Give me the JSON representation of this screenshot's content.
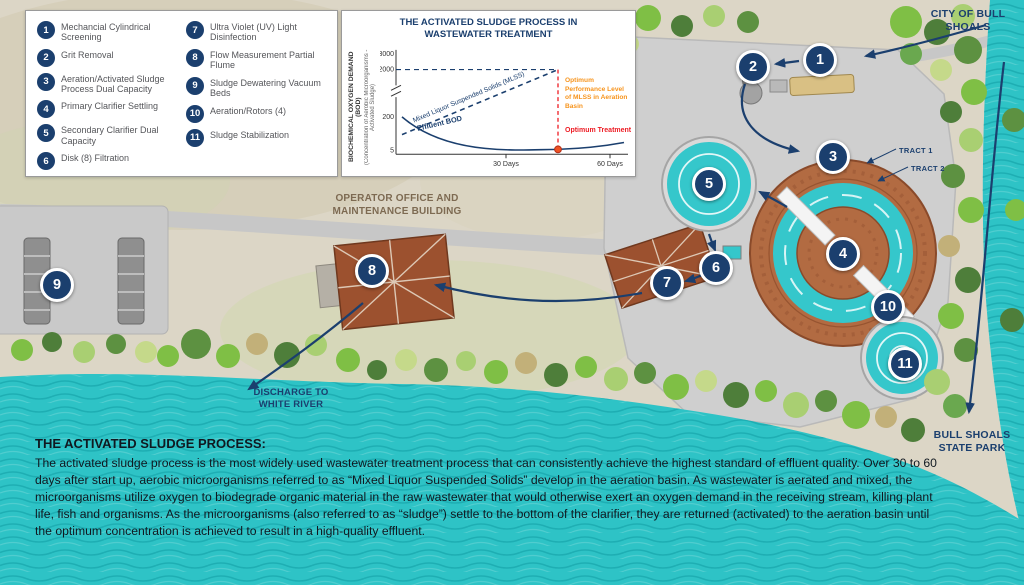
{
  "colors": {
    "navy": "#1b3f6e",
    "teal": "#2ec3c6",
    "land": "#dcd6c6",
    "brick": "#9c512f",
    "orange": "#f7941d",
    "red": "#ed1c24",
    "label-brown": "#7d6a52"
  },
  "legend": {
    "items": [
      {
        "num": "1",
        "label": "Mechancial Cylindrical Screening"
      },
      {
        "num": "2",
        "label": "Grit Removal"
      },
      {
        "num": "3",
        "label": "Aeration/Activated Sludge Process Dual Capacity"
      },
      {
        "num": "4",
        "label": "Primary Clarifier Settling"
      },
      {
        "num": "5",
        "label": "Secondary Clarifier Dual Capacity"
      },
      {
        "num": "6",
        "label": "Disk (8) Filtration"
      },
      {
        "num": "7",
        "label": "Ultra Violet (UV) Light Disinfection"
      },
      {
        "num": "8",
        "label": "Flow Measurement Partial Flume"
      },
      {
        "num": "9",
        "label": "Sludge Dewatering Vacuum Beds"
      },
      {
        "num": "10",
        "label": "Aeration/Rotors (4)"
      },
      {
        "num": "11",
        "label": "Sludge Stabilization"
      }
    ]
  },
  "chart_data": {
    "type": "line",
    "title": "THE ACTIVATED SLUDGE PROCESS IN WASTEWATER TREATMENT",
    "ylabel": "BIOCHEMICAL OXYGEN DEMAND (BOD)",
    "ylabel_sub": "(Concentration of Aerobic Microorganisms - Activated Sludge)",
    "yticks": [
      "3000",
      "2000",
      "200",
      "5"
    ],
    "xticks": [
      "30 Days",
      "60 Days"
    ],
    "x_axis_max_days": 60,
    "axis_break": true,
    "series": [
      {
        "name": "Mixed Liquor Suspended Solids (MLSS)",
        "style": "dashed",
        "color": "#1b3f6e",
        "x_days": [
          0,
          15,
          30,
          45
        ],
        "values": [
          200,
          800,
          1400,
          2000
        ]
      },
      {
        "name": "Effluent BOD",
        "style": "solid",
        "color": "#1b3f6e",
        "x_days": [
          0,
          15,
          30,
          45,
          60
        ],
        "values": [
          200,
          60,
          15,
          5,
          8
        ]
      }
    ],
    "optimum": {
      "x_days": 45,
      "mlss": 2000,
      "bod": 5
    },
    "annotations": [
      {
        "text": "Optimum Performance Level of MLSS in Aeration Basin",
        "color": "#f7941d"
      },
      {
        "text": "Optimum Treatment",
        "color": "#ed1c24"
      }
    ]
  },
  "map": {
    "city_label": "CITY OF BULL SHOALS",
    "tract1": "TRACT 1",
    "tract2": "TRACT 2",
    "operator_label": "OPERATOR OFFICE AND MAINTENANCE BUILDING",
    "discharge_label": "DISCHARGE TO WHITE RIVER",
    "state_park_label": "BULL SHOALS STATE PARK"
  },
  "markers": [
    {
      "num": "1"
    },
    {
      "num": "2"
    },
    {
      "num": "3"
    },
    {
      "num": "4"
    },
    {
      "num": "5"
    },
    {
      "num": "6"
    },
    {
      "num": "7"
    },
    {
      "num": "8"
    },
    {
      "num": "9"
    },
    {
      "num": "10"
    },
    {
      "num": "11"
    }
  ],
  "description": {
    "heading": "THE ACTIVATED SLUDGE PROCESS:",
    "body": "The activated sludge process is the most widely used wastewater treatment process that can consistently achieve the highest standard of effluent quality. Over 30 to 60 days after start up, aerobic microorganisms referred to as “Mixed Liquor Suspended Solids” develop in the aeration basin. As wastewater is aerated and mixed, the microorganisms utilize oxygen to biodegrade organic material in the raw wastewater that would otherwise exert an oxygen demand in the receiving stream, killing plant life, fish and organisms. As the microorganisms (also referred to as “sludge”) settle to the bottom of the clarifier, they are returned (activated) to the aeration basin until the optimum concentration is achieved to result in a high-quality effluent."
  }
}
